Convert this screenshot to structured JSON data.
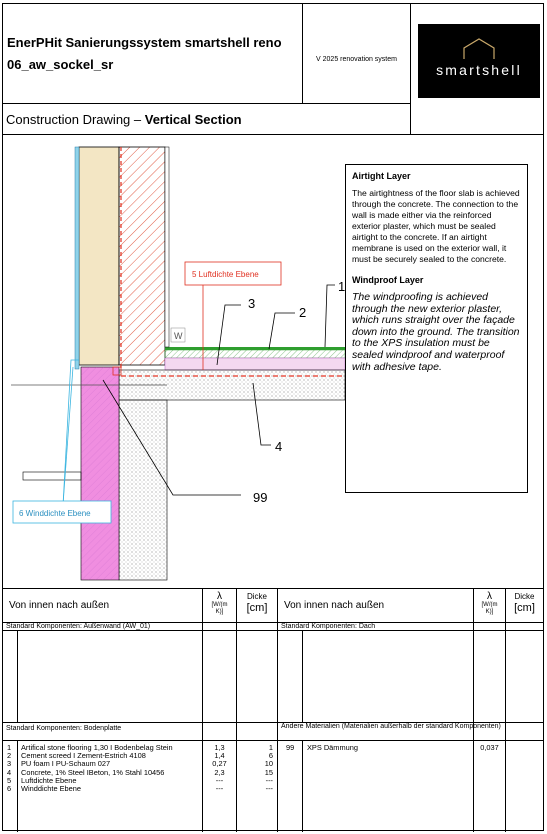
{
  "header": {
    "title_line1": "EnerPHit Sanierungssystem smartshell reno",
    "title_line2": "06_aw_sockel_sr",
    "version": "V 2025 renovation system",
    "logo_text": "smartshell",
    "subtitle_prefix": "Construction Drawing –",
    "subtitle_bold": "Vertical Section"
  },
  "drawing": {
    "label_airtight": "5 Luftdichte Ebene",
    "label_windproof": "6 Winddichte Ebene",
    "label_w": "W",
    "num_1": "1",
    "num_2": "2",
    "num_3": "3",
    "num_4": "4",
    "num_99": "99"
  },
  "notes": {
    "airtight_title": "Airtight Layer",
    "airtight_text": "The airtightness of the floor slab is achieved through the concrete. The connection to the wall is made either via the reinforced exterior plaster, which must be sealed airtight to the concrete. If an airtight membrane is used on the exterior wall, it must be securely sealed to the concrete.",
    "windproof_title": "Windproof Layer",
    "windproof_text": "The windproofing is achieved through the new exterior plaster, which runs straight over the façade down into the ground. The transition to the XPS insulation must be sealed windproof and waterproof with adhesive tape."
  },
  "table": {
    "col_header_left": "Von innen nach außen",
    "col_header_right": "Von innen nach außen",
    "lambda_symbol": "λ",
    "lambda_unit_l1": "[W/(m",
    "lambda_unit_l2": "K)]",
    "thickness_label": "Dicke",
    "thickness_unit": "[cm]",
    "section_wall": "Standard Komponenten: Außenwand (AW_01)",
    "section_roof": "Standard Komponenten: Dach",
    "section_floor": "Standard Komponenten: Bodenplatte",
    "section_other": "Andere Materialien (Materialien außerhalb der standard Komponenten)",
    "floor_rows": [
      {
        "no": "1",
        "name": "Artifical stone flooring 1,30 I Bodenbelag Stein",
        "lambda": "1,3",
        "thickness": "1"
      },
      {
        "no": "2",
        "name": "Cement screed  I  Zement-Estrich 4108",
        "lambda": "1,4",
        "thickness": "6"
      },
      {
        "no": "3",
        "name": "PU foam I PU-Schaum 027",
        "lambda": "0,27",
        "thickness": "10"
      },
      {
        "no": "4",
        "name": "Concrete, 1% Steel  IBeton, 1% Stahl  10456",
        "lambda": "2,3",
        "thickness": "15"
      },
      {
        "no": "5",
        "name": "Luftdichte Ebene",
        "lambda": "---",
        "thickness": "---"
      },
      {
        "no": "6",
        "name": "Winddichte Ebene",
        "lambda": "---",
        "thickness": "---"
      }
    ],
    "other_rows": [
      {
        "no": "99",
        "name": "XPS Dämmung",
        "lambda": "0,037",
        "thickness": ""
      }
    ]
  }
}
